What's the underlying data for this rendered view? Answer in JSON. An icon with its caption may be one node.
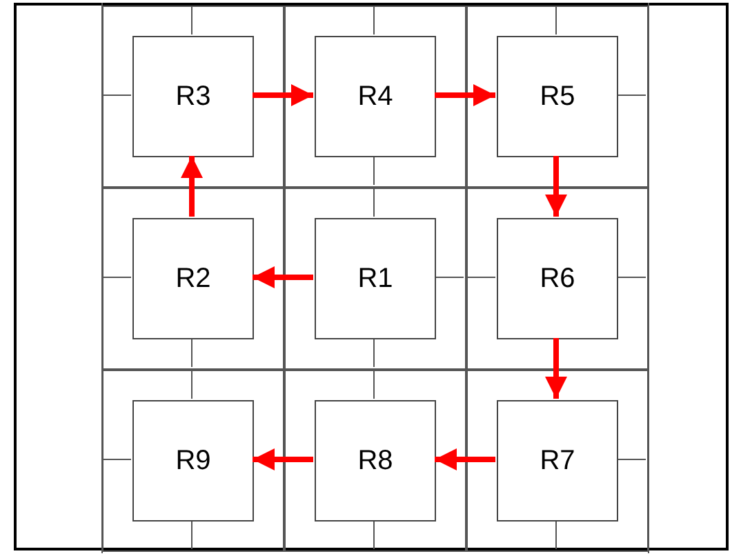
{
  "diagram": {
    "nodes": [
      {
        "text": [],
        "shape": "box"
      },
      {
        "text": [
          "R3"
        ],
        "in": 0
      },
      {
        "text": [],
        "shape": "box"
      },
      {
        "text": [
          "R4"
        ],
        "in": 2
      },
      {
        "text": [],
        "shape": "box"
      },
      {
        "text": [
          "R5"
        ],
        "in": 4
      },
      {
        "text": [],
        "shape": "box"
      },
      {
        "text": [
          "R2"
        ],
        "in": 6
      },
      {
        "text": [],
        "shape": "box"
      },
      {
        "text": [
          "R1"
        ],
        "in": 8
      },
      {
        "text": [],
        "shape": "box"
      },
      {
        "text": [
          "R6"
        ],
        "in": 10
      },
      {
        "text": [],
        "shape": "box"
      },
      {
        "text": [
          "R9"
        ],
        "in": 12
      },
      {
        "text": [],
        "shape": "box"
      },
      {
        "text": [
          "R8"
        ],
        "in": 14
      },
      {
        "text": [],
        "shape": "box"
      },
      {
        "text": [
          "R7"
        ],
        "in": 16
      }
    ],
    "edges": [
      {
        "from": 1,
        "to": 3,
        "arrow": "to"
      },
      {
        "from": 3,
        "to": 5,
        "arrow": "to"
      },
      {
        "from": 5,
        "to": 11,
        "arrow": "to"
      },
      {
        "from": 11,
        "to": 17,
        "arrow": "to"
      },
      {
        "from": 17,
        "to": 15,
        "arrow": "to"
      },
      {
        "from": 15,
        "to": 13,
        "arrow": "to"
      },
      {
        "from": 9,
        "to": 7,
        "arrow": "to"
      },
      {
        "from": 7,
        "to": 1,
        "arrow": "to"
      }
    ]
  }
}
